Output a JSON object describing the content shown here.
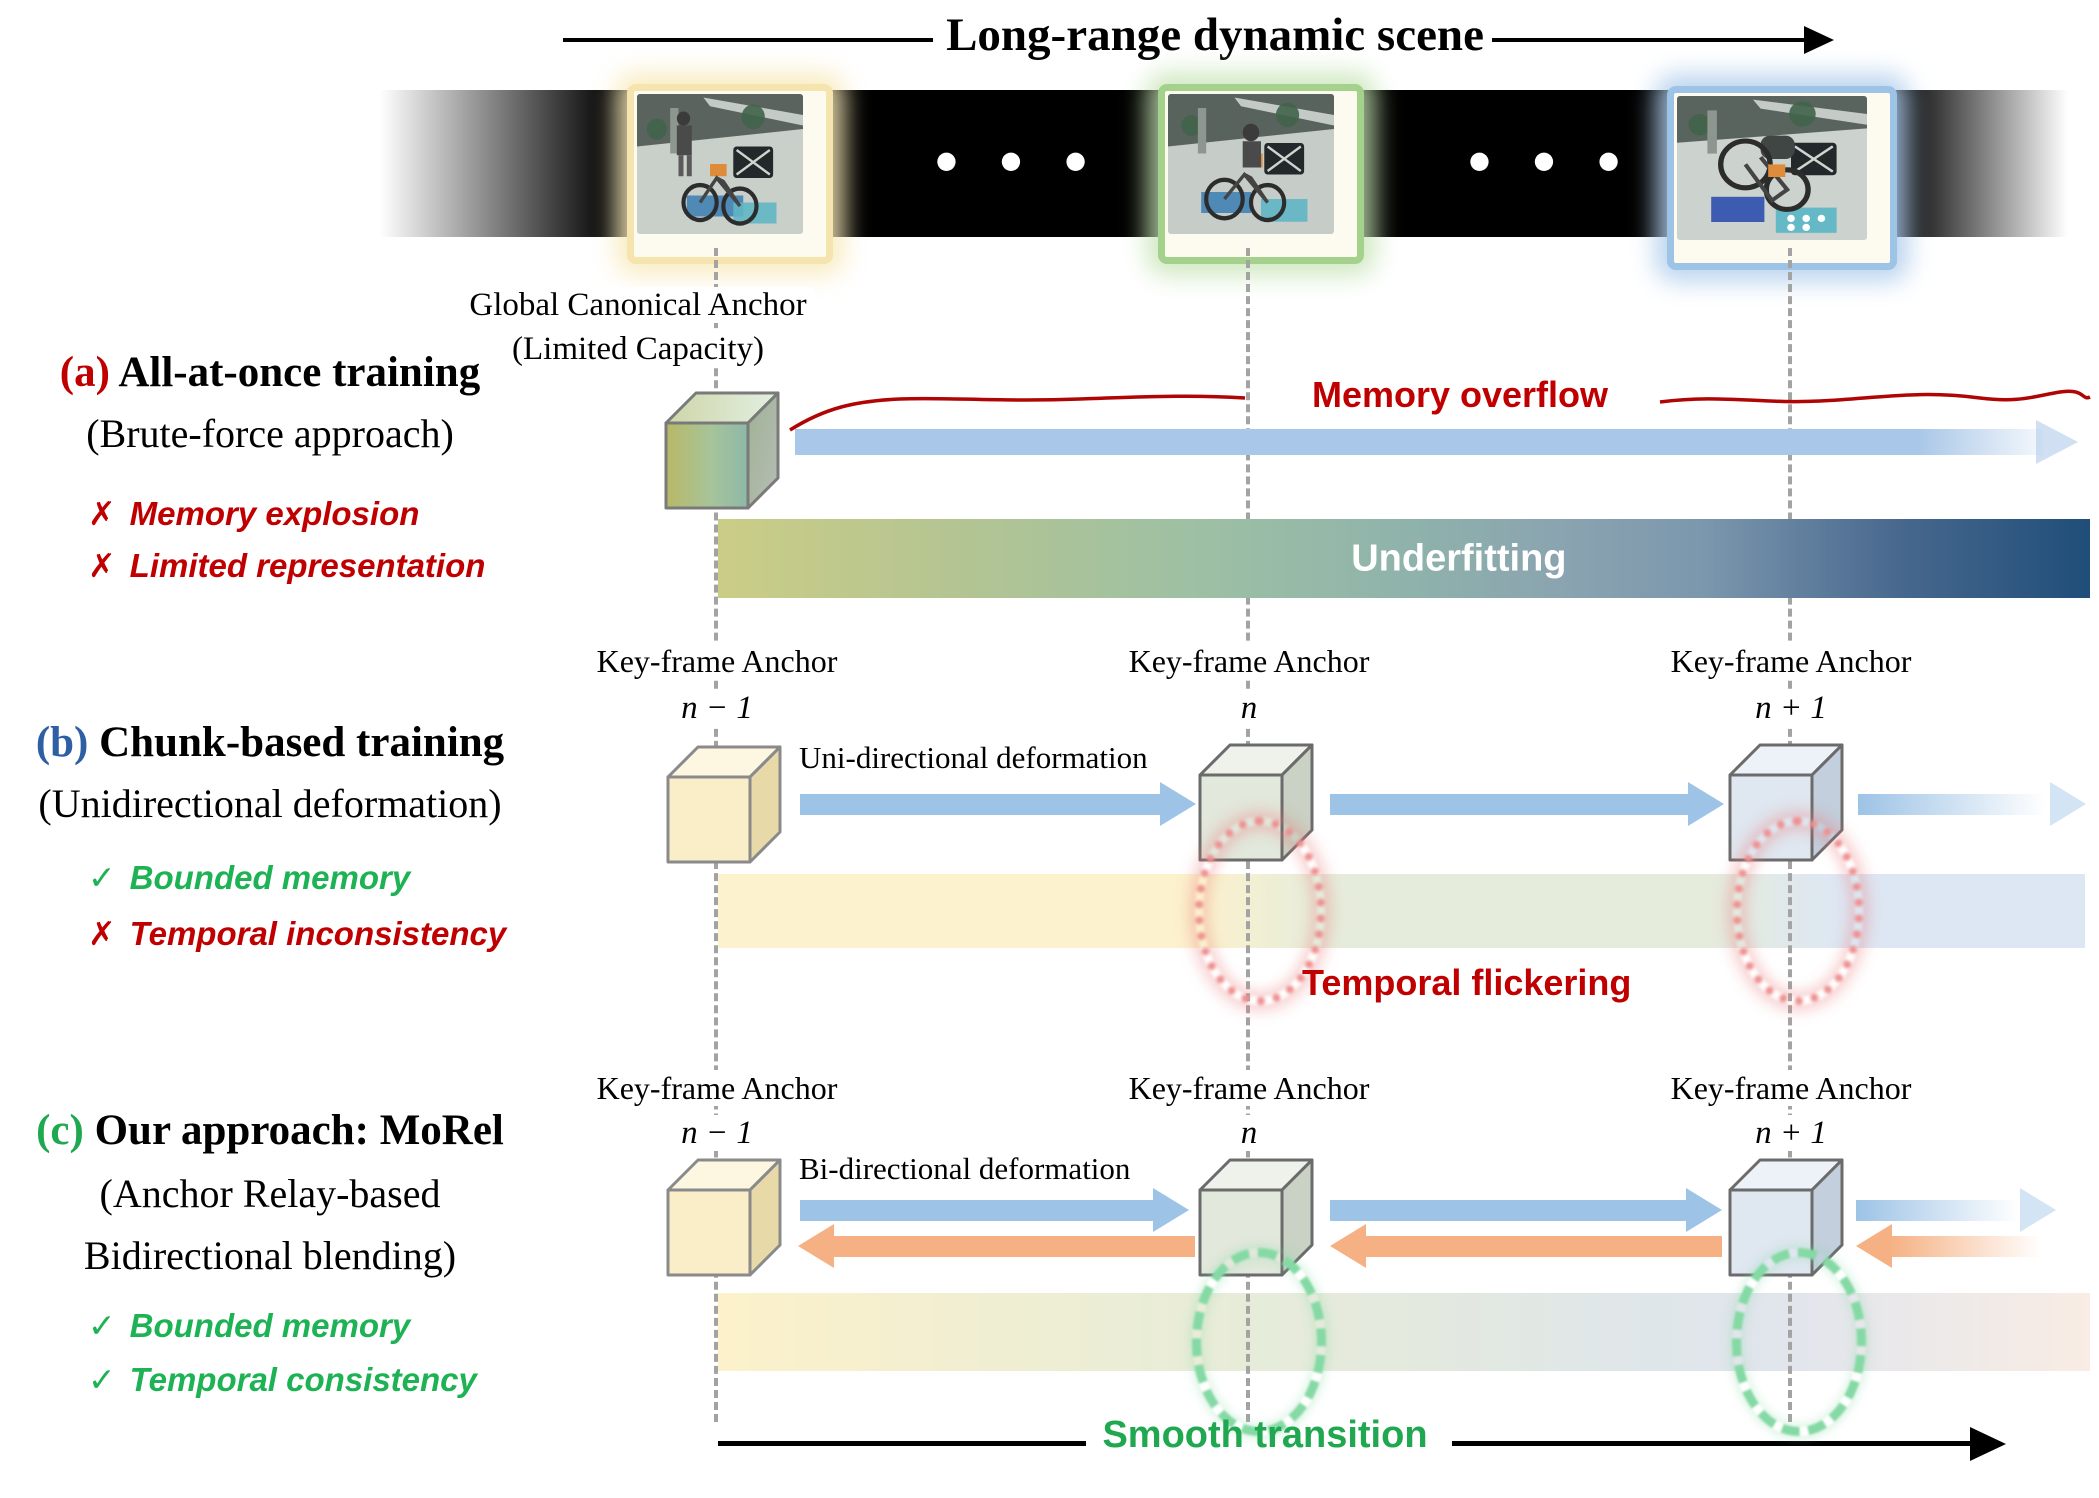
{
  "palette": {
    "accent_red": "#C00000",
    "accent_blue": "#2E5FA3",
    "accent_green": "#1FA84F",
    "arrow_blue": "#9DC3E6",
    "arrow_orange": "#F5B183",
    "underfitting_dark": "#1F4E79",
    "frame_yellow": "#F5E4AE",
    "frame_green": "#A4D18C",
    "frame_blue": "#9DC3E6",
    "dashed_gray": "#A3A3A3"
  },
  "header": {
    "title": "Long-range dynamic scene"
  },
  "filmstrip": {
    "ellipsis": "● ● ●",
    "frames": [
      {
        "name": "start-keyframe",
        "border": "#F5E4AE"
      },
      {
        "name": "middle-keyframe",
        "border": "#A4D18C"
      },
      {
        "name": "end-keyframe",
        "border": "#9DC3E6"
      }
    ]
  },
  "labels": {
    "global_anchor_1": "Global Canonical Anchor",
    "global_anchor_2": "(Limited Capacity)",
    "memory_overflow": "Memory overflow",
    "underfitting": "Underfitting",
    "keyframe": "Key-frame Anchor",
    "idx": [
      "n − 1",
      "n",
      "n + 1"
    ],
    "uni": "Uni-directional deformation",
    "bi": "Bi-directional deformation",
    "temporal_flickering": "Temporal flickering",
    "smooth_transition": "Smooth transition"
  },
  "sections": {
    "a": {
      "tag": "(a)",
      "title": "All-at-once training",
      "subtitle": "(Brute-force approach)",
      "bullets": [
        {
          "mark": "✗",
          "text": "Memory explosion"
        },
        {
          "mark": "✗",
          "text": "Limited representation"
        }
      ]
    },
    "b": {
      "tag": "(b)",
      "title": "Chunk-based training",
      "subtitle": "(Unidirectional deformation)",
      "bullets": [
        {
          "mark": "✓",
          "text": "Bounded memory"
        },
        {
          "mark": "✗",
          "text": "Temporal inconsistency"
        }
      ]
    },
    "c": {
      "tag": "(c)",
      "title": "Our approach: MoRel",
      "subtitle1": "(Anchor Relay-based",
      "subtitle2": "Bidirectional blending)",
      "bullets": [
        {
          "mark": "✓",
          "text": "Bounded memory"
        },
        {
          "mark": "✓",
          "text": "Temporal consistency"
        }
      ]
    }
  }
}
